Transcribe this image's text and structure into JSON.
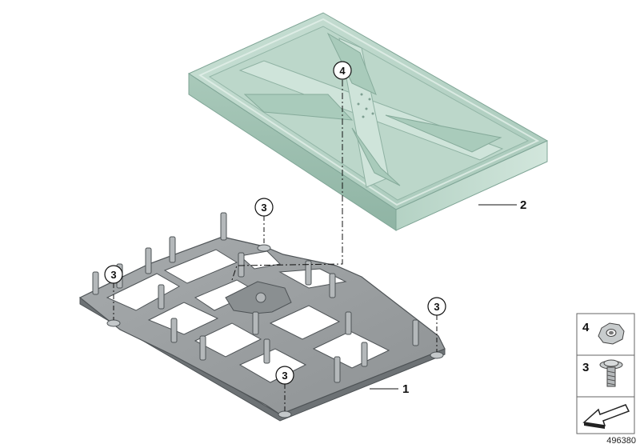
{
  "diagram": {
    "part_labels": {
      "holder": "1",
      "cover": "2"
    },
    "callouts": {
      "screw": "3",
      "nut": "4"
    },
    "legend": {
      "nut_ref": "4",
      "screw_ref": "3"
    },
    "image_code": "496380",
    "colors": {
      "cover_fill": "#b7d3c6",
      "cover_edge": "#7fa596",
      "plate_fill": "#9a9ea0",
      "plate_edge": "#4e5356",
      "line": "#111111"
    }
  }
}
